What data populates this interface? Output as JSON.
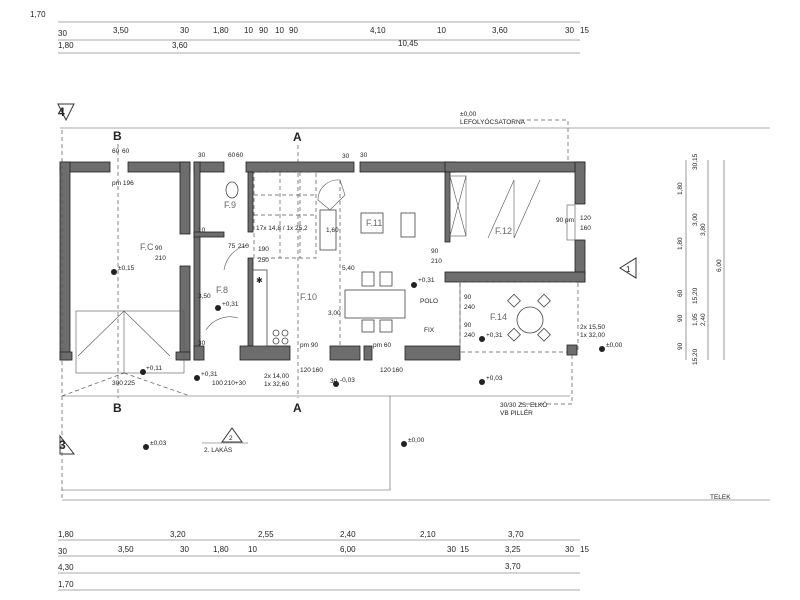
{
  "top_dimensions": {
    "row1": [
      "1,70"
    ],
    "row2": [
      "30",
      "3,50",
      "30",
      "1,80",
      "10",
      "90",
      "10",
      "90",
      "4,10",
      "10",
      "3,60",
      "30",
      "15"
    ],
    "row3": [
      "1,80",
      "3,60",
      "10,45"
    ]
  },
  "bottom_dimensions": {
    "row1": [
      "1,80",
      "3,20",
      "2,55",
      "2,40",
      "2,10",
      "3,70"
    ],
    "row2": [
      "30",
      "3,50",
      "30",
      "1,80",
      "10",
      "6,00",
      "30",
      "15",
      "3,25",
      "30",
      "15"
    ],
    "row3": [
      "4,30",
      "3,70"
    ],
    "row4": [
      "1,70"
    ]
  },
  "right_dimensions": {
    "col1": [
      "1,80",
      "1,80",
      "60",
      "90",
      "90"
    ],
    "col2": [
      "30,15",
      "3,00",
      "15,20",
      "1,95",
      "15,20"
    ],
    "col3": [
      "3,80",
      "2,40"
    ],
    "col4": [
      "6,00"
    ]
  },
  "rooms": {
    "garage": "F.C",
    "wc": "F.9",
    "hall": "F.8",
    "kitchen": "F.10",
    "living": "F.11",
    "bedroom": "F.12",
    "terrace": "F.14",
    "shelf": "POLO",
    "fix": "FIX"
  },
  "levels": {
    "garage": "±0,15",
    "garage_door": "+0,11",
    "hall": "+0,31",
    "entrance": "+0,31",
    "kitchen_out": "-0,03",
    "living": "+0,31",
    "terrace": "+0,31",
    "terrace_out": "+0,03",
    "east": "±0,00",
    "yard_left": "±0,03",
    "yard_mid": "±0,00"
  },
  "section_marks": {
    "a": "A",
    "b": "B"
  },
  "elevation_marks": [
    "4",
    "3",
    "1",
    "2"
  ],
  "openings": {
    "garage_top": [
      "60",
      "60"
    ],
    "garage_pm": "pm 196",
    "garage_side": [
      "90",
      "210"
    ],
    "garage_door": [
      "300",
      "225"
    ],
    "wc_top": [
      "30",
      "60",
      "60"
    ],
    "wc_side": [
      "10",
      "75",
      "210"
    ],
    "stair": [
      "190",
      "250"
    ],
    "stair_steps": "17x 14,8 / 1x 25,2",
    "hall_dim": "3,50",
    "hall_30": "30",
    "entrance": [
      "100",
      "210+30"
    ],
    "entrance_steps": [
      "2x 14,00",
      "1x 32,60"
    ],
    "kitchen_win": [
      "pm 90",
      "120",
      "160",
      "30"
    ],
    "living_win": [
      "pm 60",
      "120",
      "160"
    ],
    "kitchen_dims": [
      "1,60",
      "5,40",
      "3,00",
      "30",
      "30"
    ],
    "living_door": [
      "90",
      "210"
    ],
    "terrace_doors": [
      "90",
      "240",
      "90",
      "240"
    ],
    "bedroom_win": [
      "90 pm",
      "120",
      "160"
    ],
    "terrace_steps": [
      "2x 15,50",
      "1x 32,00"
    ]
  },
  "annotations": {
    "gutter_level": "±0,00",
    "gutter": "LEFOLYÓCSATORNA",
    "pillar_1": "30/30 ZS. ELKÓ",
    "pillar_2": "VB PILLÉR",
    "flat": "2. LAKÁS",
    "plot": "TELEK"
  }
}
